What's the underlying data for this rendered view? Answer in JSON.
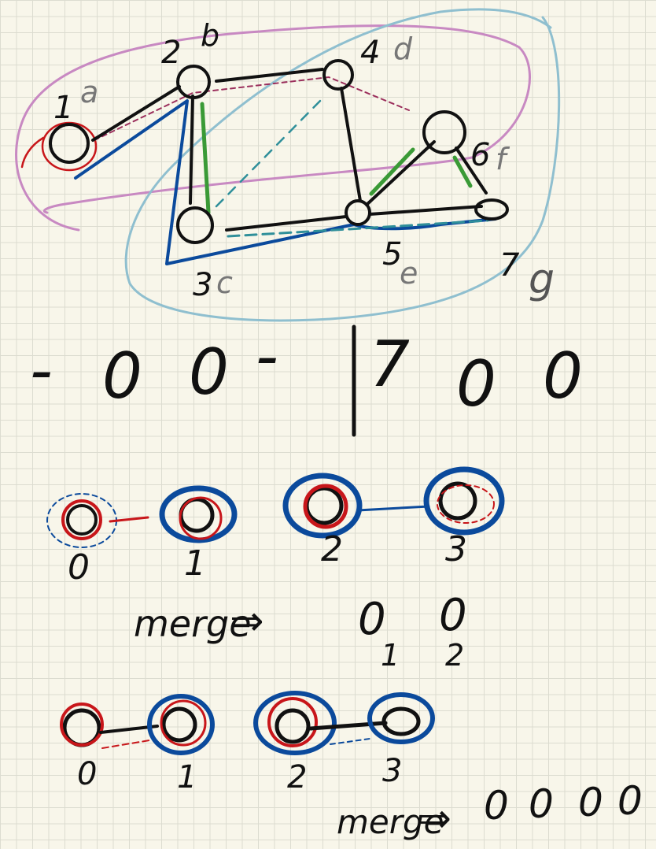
{
  "colors": {
    "paper": "#f8f6ea",
    "grid": "#dcdcd0",
    "ink": "#111111",
    "blue": "#0b4a9c",
    "red": "#c8161a",
    "green": "#3a9a36",
    "pink": "#c889c2",
    "light_blue": "#8fbfcf",
    "maroon": "#9b2f5c",
    "teal": "#2f8f9a",
    "gray": "#555555"
  },
  "graph": {
    "nodes": [
      {
        "id": "a",
        "number": "1",
        "letter": "a"
      },
      {
        "id": "b",
        "number": "2",
        "letter": "b"
      },
      {
        "id": "c",
        "number": "3",
        "letter": "c"
      },
      {
        "id": "d",
        "number": "4",
        "letter": "d"
      },
      {
        "id": "e",
        "number": "5",
        "letter": "e"
      },
      {
        "id": "f",
        "number": "6",
        "letter": "f"
      },
      {
        "id": "g",
        "number": "7",
        "letter": "g"
      }
    ],
    "edges": [
      [
        "a",
        "b"
      ],
      [
        "b",
        "c"
      ],
      [
        "b",
        "d"
      ],
      [
        "c",
        "e"
      ],
      [
        "d",
        "e"
      ],
      [
        "e",
        "f"
      ],
      [
        "e",
        "g"
      ]
    ]
  },
  "bitmask": {
    "left": [
      "-",
      "0",
      "0",
      "-"
    ],
    "right": [
      "7",
      "0",
      "0"
    ]
  },
  "step1": {
    "labels": [
      "0",
      "1",
      "2",
      "3"
    ],
    "merge_word": "merge",
    "result": [
      {
        "value": "0",
        "index": "1"
      },
      {
        "value": "0",
        "index": "2"
      }
    ]
  },
  "step2": {
    "labels": [
      "0",
      "1",
      "2",
      "3"
    ],
    "merge_word": "merge",
    "result": [
      "0",
      "0",
      "0",
      "0"
    ]
  }
}
